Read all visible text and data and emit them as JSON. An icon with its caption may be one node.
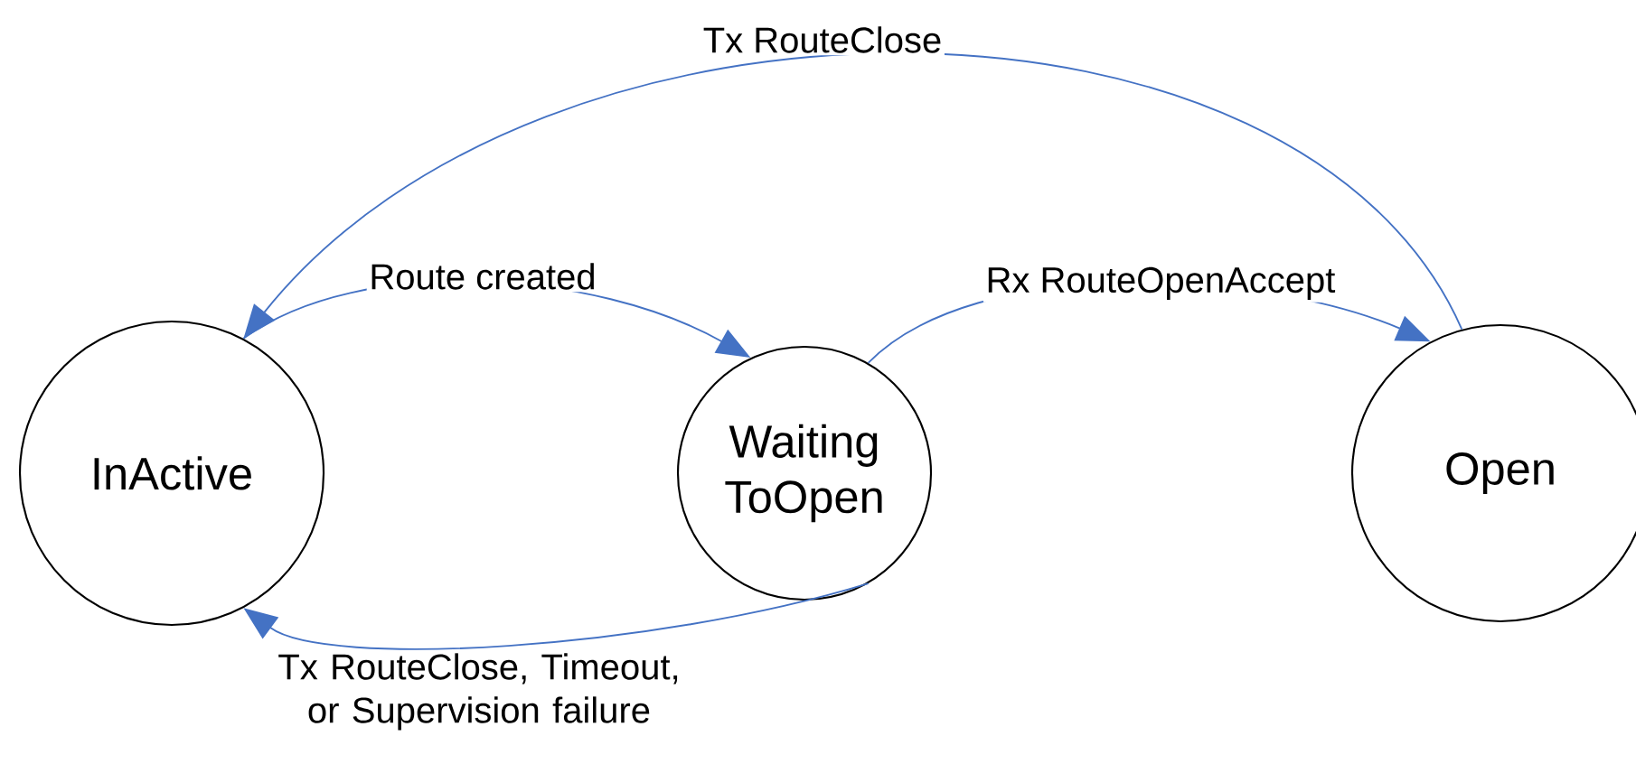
{
  "diagram": {
    "nodes": [
      {
        "text": [
          "InActive"
        ]
      },
      {
        "text": [
          "Waiting ToOpen"
        ]
      },
      {
        "text": [
          "Open"
        ]
      }
    ],
    "edges": [
      {
        "from": 2,
        "to": 0,
        "arrow": "to",
        "label": "Tx RouteClose"
      },
      {
        "from": 0,
        "to": 1,
        "arrow": "to",
        "label": "Route created"
      },
      {
        "from": 1,
        "to": 2,
        "arrow": "to",
        "label": "Rx RouteOpenAccept"
      },
      {
        "from": 1,
        "to": 0,
        "arrow": "to",
        "label": "Tx RouteClose, Timeout, or  Supervision failure"
      }
    ]
  }
}
